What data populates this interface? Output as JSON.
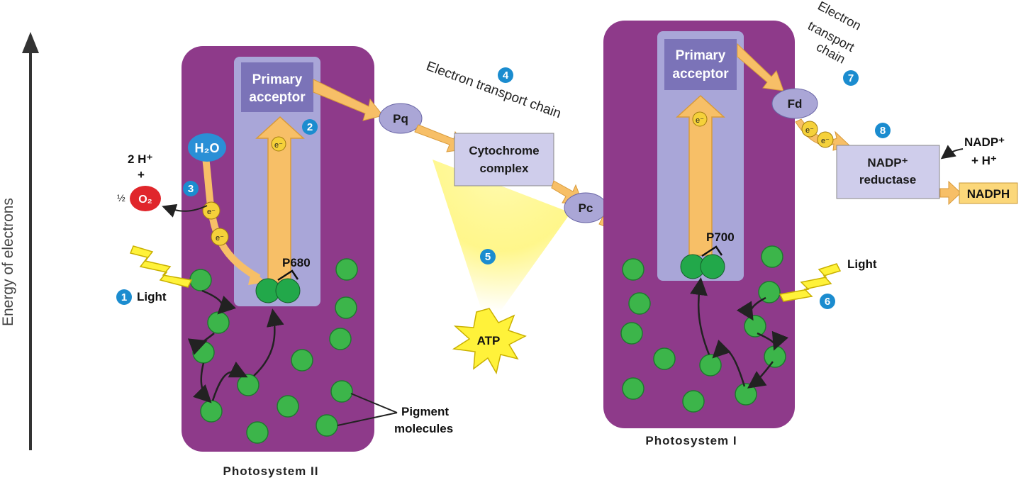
{
  "axis": {
    "label": "Energy of electrons"
  },
  "photosystems": {
    "ps2": "Photosystem II",
    "ps1": "Photosystem I"
  },
  "acceptors": {
    "ps2": [
      "Primary",
      "acceptor"
    ],
    "ps1": [
      "Primary",
      "acceptor"
    ]
  },
  "reaction_centers": {
    "ps2": "P680",
    "ps1": "P700"
  },
  "carriers": {
    "pq": "Pq",
    "pc": "Pc",
    "fd": "Fd"
  },
  "boxes": {
    "cytochrome": [
      "Cytochrome",
      "complex"
    ],
    "nadp_reductase": [
      "NADP⁺",
      "reductase"
    ]
  },
  "molecules": {
    "water": "H₂O",
    "protons": "2 H⁺",
    "plus": "+",
    "half": "½",
    "oxygen": "O₂",
    "electron": "e⁻",
    "atp": "ATP",
    "nadph": "NADPH",
    "nadp_in_1": "NADP⁺",
    "nadp_in_2": "+ H⁺"
  },
  "labels": {
    "light_1": "Light",
    "light_2": "Light",
    "pigment": [
      "Pigment",
      "molecules"
    ],
    "etc_1": "Electron transport chain",
    "etc_2": [
      "Electron",
      "transport",
      "chain"
    ]
  },
  "steps": [
    "1",
    "2",
    "3",
    "4",
    "5",
    "6",
    "7",
    "8"
  ],
  "colors": {
    "photosystem": "#8e3a8a",
    "inner": "#a9a6d8",
    "acceptor": "#7b73b8",
    "carrier": "#aaa6d6",
    "complex_box": "#cfcdeb",
    "pigment": "#3cb54a",
    "arrow": "#f7bf67",
    "step_badge": "#1b8ccf",
    "oxygen": "#e0262b",
    "water": "#2a8fd6",
    "atp": "#fff23a",
    "nadph": "#fbd77a"
  }
}
